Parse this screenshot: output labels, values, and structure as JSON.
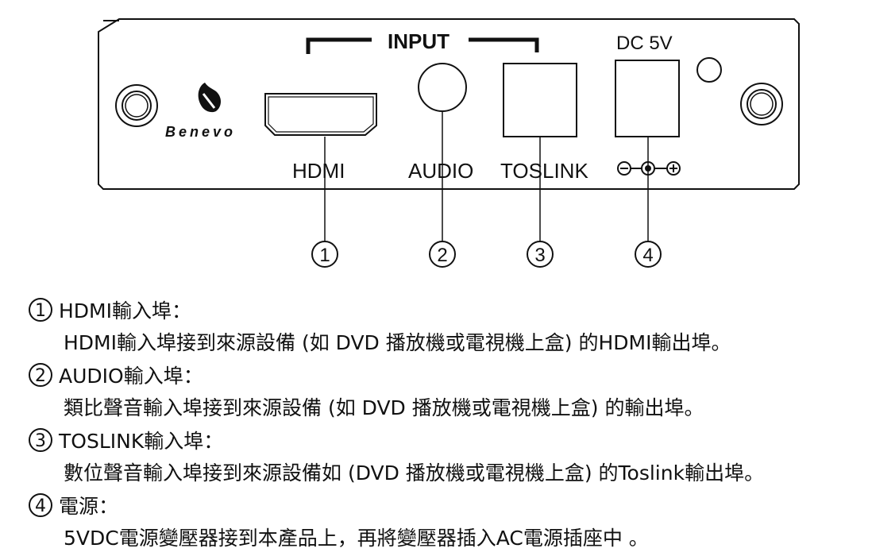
{
  "panel": {
    "brand": "Benevo",
    "input_header": "INPUT",
    "power_header": "DC 5V",
    "ports": [
      {
        "label": "HDMI",
        "callout": "①"
      },
      {
        "label": "AUDIO",
        "callout": "②"
      },
      {
        "label": "TOSLINK",
        "callout": "③"
      },
      {
        "label": "⊖-●-⊕",
        "callout": "④"
      }
    ]
  },
  "descriptions": [
    {
      "num": "1",
      "title": "HDMI輸入埠：",
      "body": "HDMI輸入埠接到來源設備 (如 DVD 播放機或電視機上盒) 的HDMI輸出埠。"
    },
    {
      "num": "2",
      "title": "AUDIO輸入埠：",
      "body": "類比聲音輸入埠接到來源設備 (如 DVD 播放機或電視機上盒) 的輸出埠。"
    },
    {
      "num": "3",
      "title": "TOSLINK輸入埠：",
      "body": "數位聲音輸入埠接到來源設備如 (DVD 播放機或電視機上盒) 的Toslink輸出埠。"
    },
    {
      "num": "4",
      "title": "電源：",
      "body": "5VDC電源變壓器接到本產品上，再將變壓器插入AC電源插座中 。"
    }
  ]
}
